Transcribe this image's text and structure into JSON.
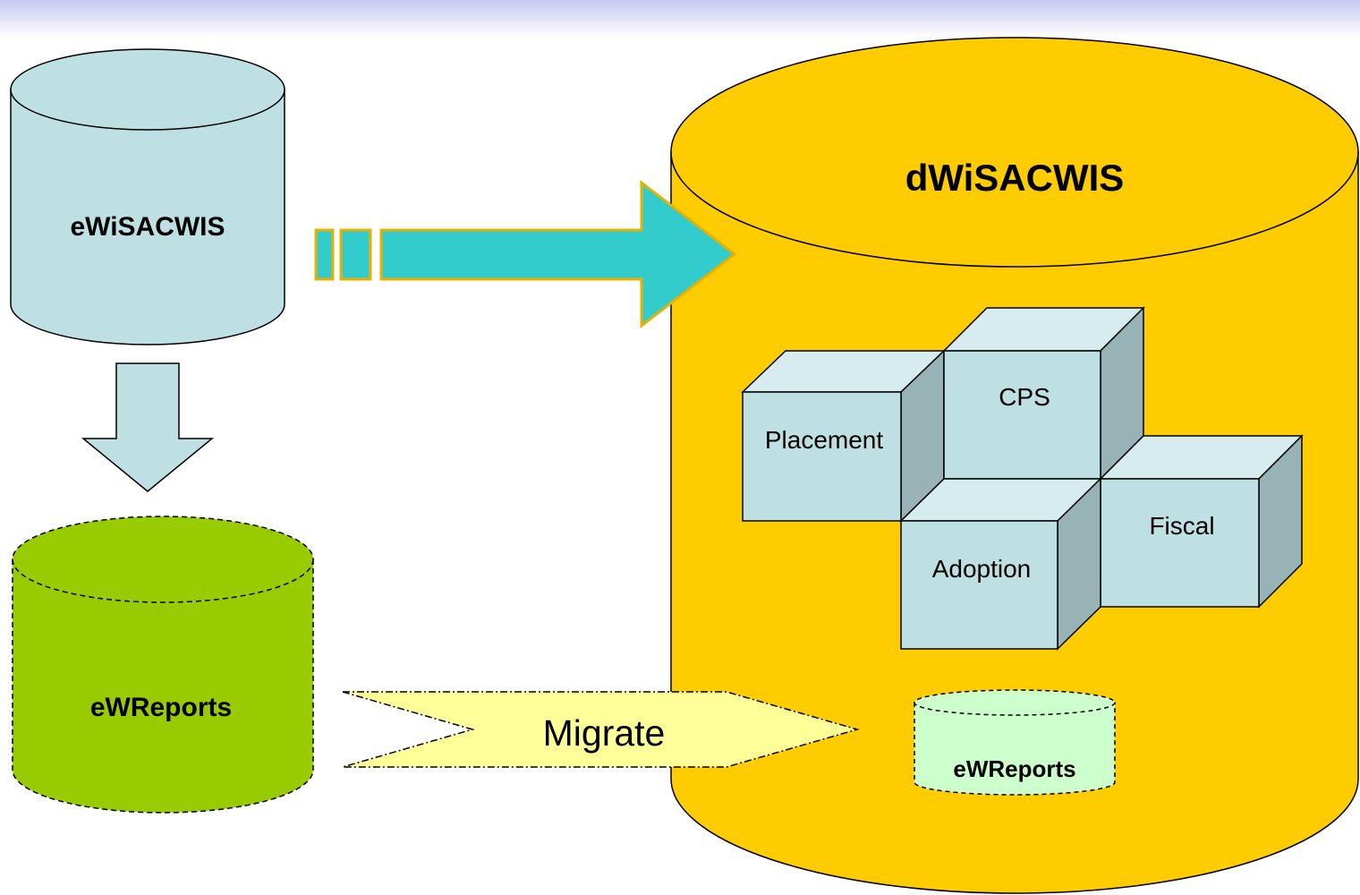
{
  "colors": {
    "banner_top": "#c7c7f2",
    "banner_bottom": "#ffffff",
    "source_db_fill": "#bfe0e2",
    "reports_db_fill": "#99cc00",
    "warehouse_fill": "#ffcc00",
    "cube_front": "#bfe0e2",
    "cube_top": "#d7ecee",
    "cube_side": "#98b3b5",
    "arrow_fill": "#33cccc",
    "arrow_outline": "#e8b000",
    "down_arrow_fill": "#bfe0e2",
    "migrate_fill": "#ffff99",
    "small_db_fill": "#ccffcc",
    "stroke": "#000000"
  },
  "source_db": {
    "label": "eWiSACWIS"
  },
  "reports_db": {
    "label": "eWReports"
  },
  "warehouse_db": {
    "label": "dWiSACWIS"
  },
  "modules": {
    "placement": "Placement",
    "cps": "CPS",
    "adoption": "Adoption",
    "fiscal": "Fiscal"
  },
  "migrate_arrow": {
    "label": "Migrate"
  },
  "embedded_reports_db": {
    "label": "eWReports"
  }
}
